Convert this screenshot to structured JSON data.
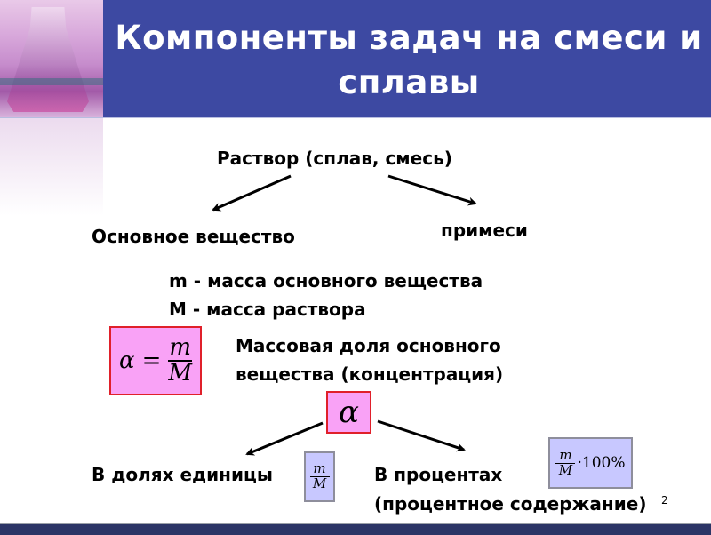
{
  "slide": {
    "title": "Компоненты задач на смеси и сплавы",
    "slide_number": "2",
    "colors": {
      "header_bg": "#3d49a2",
      "title_text": "#ffffff",
      "pink_box_fill": "#f9a2f6",
      "pink_box_border": "#e0202a",
      "lavender_box_fill": "#c8c8ff",
      "footer_bg": "#2b3566"
    }
  },
  "diagram": {
    "root": "Раствор (сплав, смесь)",
    "left_branch": "Основное вещество",
    "right_branch": "примеси",
    "definitions": [
      "m - масса основного вещества",
      "M - масса раствора"
    ],
    "formula": {
      "lhs": "α",
      "equals": "=",
      "numerator": "m",
      "denominator": "M"
    },
    "formula_caption": [
      "Массовая доля основного",
      "вещества (концентрация)"
    ],
    "alpha_symbol": "α",
    "units_left": {
      "label": "В долях единицы",
      "numerator": "m",
      "denominator": "M"
    },
    "units_right": {
      "label_line1": "В процентах",
      "label_line2": "(процентное содержание)",
      "numerator": "m",
      "denominator": "M",
      "multiplier": "·100%"
    }
  }
}
